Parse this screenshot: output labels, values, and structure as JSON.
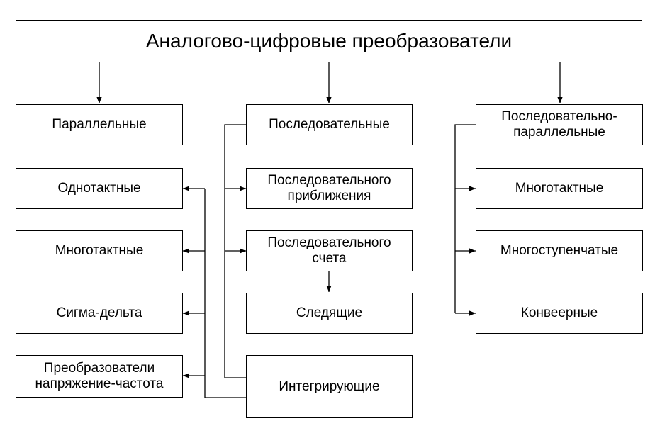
{
  "title": "Аналогово-цифровые преобразователи",
  "columns": {
    "parallel": {
      "header": "Параллельные",
      "items": [
        "Однотактные",
        "Многотактные",
        "Сигма-дельта",
        "Преобразователи\nнапряжение-частота"
      ]
    },
    "sequential": {
      "header": "Последовательные",
      "items": [
        "Последовательного\nприближения",
        "Последовательного\nсчета",
        "Следящие",
        "Интегрирующие"
      ]
    },
    "seqpar": {
      "header": "Последовательно-\nпараллельные",
      "items": [
        "Многотактные",
        "Многоступенчатые",
        "Конвеерные"
      ]
    }
  }
}
